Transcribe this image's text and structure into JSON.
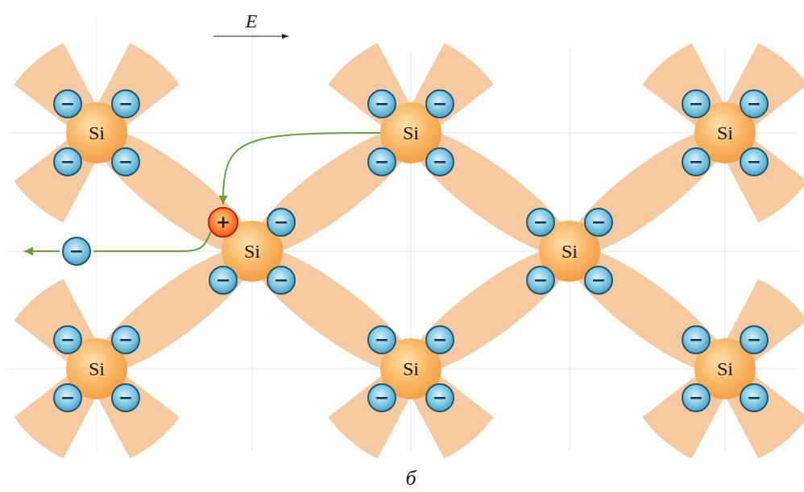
{
  "diagram": {
    "caption": "б",
    "nodes": [
      {
        "text": [
          "Si"
        ]
      },
      {
        "text": [
          "−"
        ],
        "in": 0
      },
      {
        "text": [
          "−"
        ],
        "in": 0
      },
      {
        "text": [
          "−"
        ],
        "in": 0
      },
      {
        "text": [
          "−"
        ],
        "in": 0
      },
      {
        "text": [
          "Si"
        ]
      },
      {
        "text": [
          "−"
        ],
        "in": 5
      },
      {
        "text": [
          "−"
        ],
        "in": 5
      },
      {
        "text": [
          "−"
        ],
        "in": 5
      },
      {
        "text": [
          "−"
        ],
        "in": 5
      },
      {
        "text": [
          "Si"
        ]
      },
      {
        "text": [
          "−"
        ],
        "in": 10
      },
      {
        "text": [
          "−"
        ],
        "in": 10
      },
      {
        "text": [
          "−"
        ],
        "in": 10
      },
      {
        "text": [
          "−"
        ],
        "in": 10
      },
      {
        "text": [
          "Si"
        ]
      },
      {
        "text": [
          "+"
        ],
        "in": 15
      },
      {
        "text": [
          "−"
        ],
        "in": 15
      },
      {
        "text": [
          "−"
        ],
        "in": 15
      },
      {
        "text": [
          "−"
        ],
        "in": 15
      },
      {
        "text": [
          "−"
        ]
      },
      {
        "text": [
          "Si"
        ]
      },
      {
        "text": [
          "−"
        ],
        "in": 21
      },
      {
        "text": [
          "−"
        ],
        "in": 21
      },
      {
        "text": [
          "−"
        ],
        "in": 21
      },
      {
        "text": [
          "−"
        ],
        "in": 21
      },
      {
        "text": [
          "Si"
        ]
      },
      {
        "text": [
          "−"
        ],
        "in": 26
      },
      {
        "text": [
          "−"
        ],
        "in": 26
      },
      {
        "text": [
          "−"
        ],
        "in": 26
      },
      {
        "text": [
          "−"
        ],
        "in": 26
      },
      {
        "text": [
          "Si"
        ]
      },
      {
        "text": [
          "−"
        ],
        "in": 31
      },
      {
        "text": [
          "−"
        ],
        "in": 31
      },
      {
        "text": [
          "−"
        ],
        "in": 31
      },
      {
        "text": [
          "−"
        ],
        "in": 31
      },
      {
        "text": [
          "Si"
        ]
      },
      {
        "text": [
          "−"
        ],
        "in": 36
      },
      {
        "text": [
          "−"
        ],
        "in": 36
      },
      {
        "text": [
          "−"
        ],
        "in": 36
      },
      {
        "text": [
          "−"
        ],
        "in": 36
      }
    ],
    "edges": [
      {
        "from": 5,
        "to": 16,
        "arrow": "to"
      },
      {
        "from": 16,
        "to": 20,
        "arrow": "none"
      }
    ],
    "labels": [
      "E"
    ]
  }
}
